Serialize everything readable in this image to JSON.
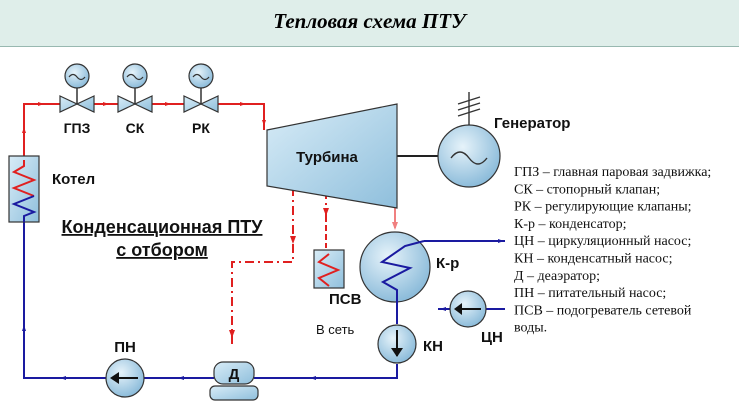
{
  "header": {
    "title": "Тепловая схема ПТУ"
  },
  "labels": {
    "gpz": "ГПЗ",
    "sk": "СК",
    "rk": "РК",
    "kotel": "Котел",
    "turbina": "Турбина",
    "generator": "Генератор",
    "kr": "К-р",
    "psv": "ПСВ",
    "v_set": "В сеть",
    "kn": "КН",
    "cn": "ЦН",
    "pn": "ПН",
    "d": "Д"
  },
  "caption": {
    "line1": "Конденсационная ПТУ",
    "line2": "с отбором"
  },
  "legend": [
    "ГПЗ – главная паровая задвижка;",
    "СК – стопорный клапан;",
    "РК – регулирующие клапаны;",
    "К-р – конденсатор;",
    "ЦН – циркуляционный насос;",
    "КН – конденсатный насос;",
    "Д – деаэратор;",
    "ПН – питательный насос;",
    "ПСВ – подогреватель сетевой",
    "воды."
  ],
  "colors": {
    "steam": "#e02020",
    "water": "#1a1aa0",
    "equipment": "#a9cde3",
    "header_bg": "#dfeeea"
  }
}
